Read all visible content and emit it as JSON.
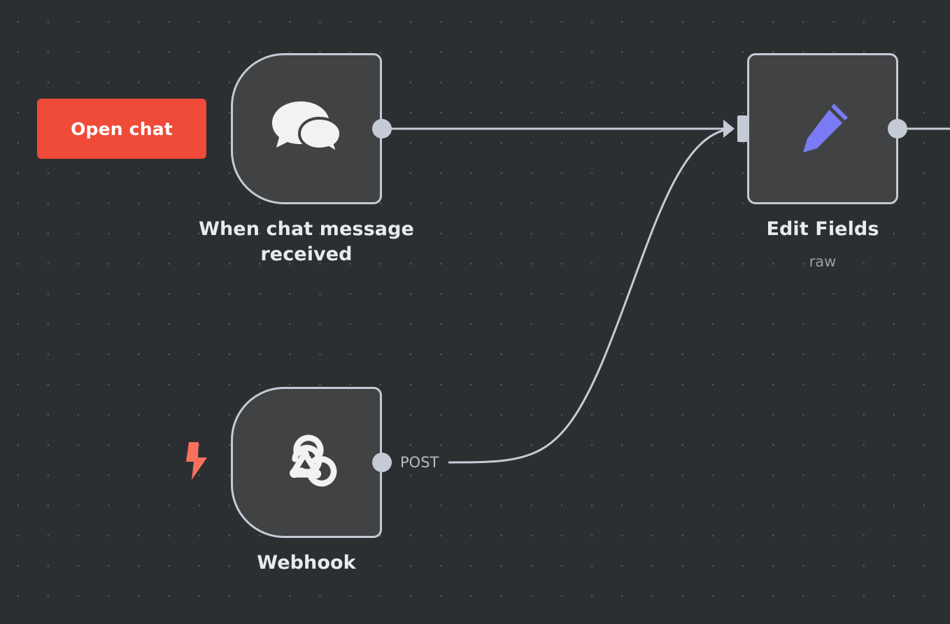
{
  "canvas": {
    "background_color": "#2b2f31",
    "grid_dot_color": "#555b5e",
    "grid_spacing": "43px",
    "edge_color": "#c5cbd6"
  },
  "open_chat_button": {
    "label": "Open chat",
    "background_color": "#ef4b38",
    "text_color": "#ffffff"
  },
  "trigger_indicator": {
    "icon": "lightning-bolt-icon",
    "color": "#f9705c"
  },
  "nodes": [
    {
      "id": "when-chat-message-received",
      "title": "When chat message received",
      "subtitle": "",
      "icon": "chat-bubbles-icon",
      "icon_color": "#f2f2f3",
      "kind": "trigger",
      "border_color": "#c5cbd6",
      "fill_color": "#414244",
      "outputs": [
        {
          "label": ""
        }
      ],
      "inputs": []
    },
    {
      "id": "webhook",
      "title": "Webhook",
      "subtitle": "",
      "icon": "webhook-icon",
      "icon_color": "#f2f2f3",
      "kind": "trigger",
      "border_color": "#c5cbd6",
      "fill_color": "#414244",
      "outputs": [
        {
          "label": "POST"
        }
      ],
      "inputs": []
    },
    {
      "id": "edit-fields",
      "title": "Edit Fields",
      "subtitle": "raw",
      "icon": "pencil-icon",
      "icon_color": "#7a7bf5",
      "kind": "regular",
      "border_color": "#c5cbd6",
      "fill_color": "#414244",
      "outputs": [
        {
          "label": ""
        }
      ],
      "inputs": [
        {
          "label": ""
        }
      ]
    }
  ],
  "connections": [
    {
      "from": "when-chat-message-received",
      "to": "edit-fields",
      "style": "straight"
    },
    {
      "from": "webhook",
      "to": "edit-fields",
      "style": "bezier",
      "source_label": "POST"
    }
  ]
}
